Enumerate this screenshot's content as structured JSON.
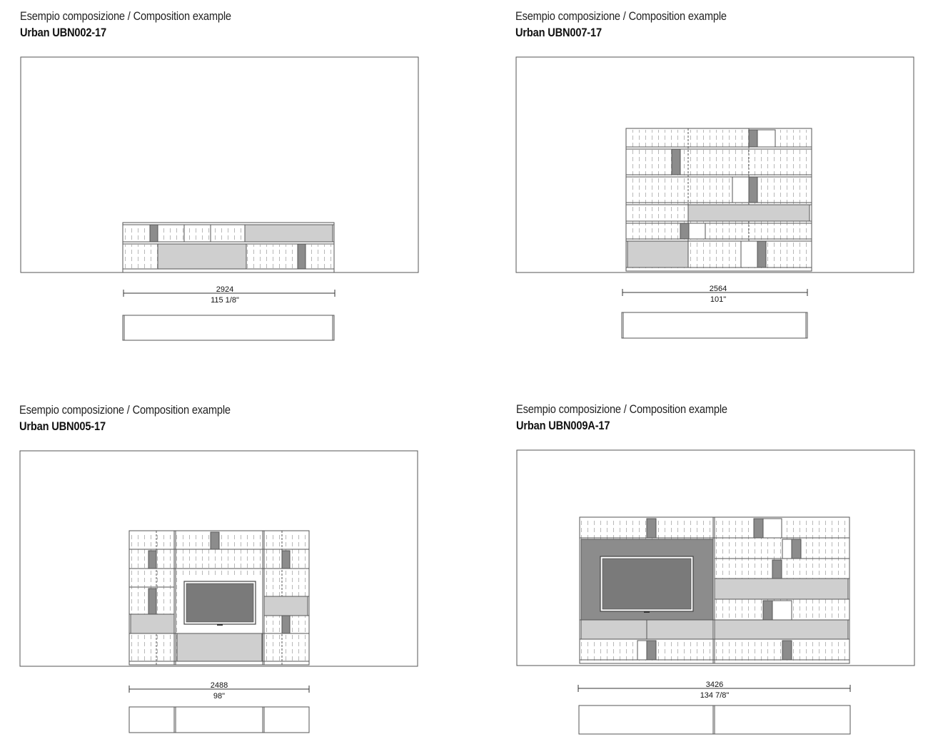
{
  "panels": [
    {
      "id": "p1",
      "subtitle": "Esempio composizione / Composition example",
      "code": "Urban UBN002-17",
      "dim_mm": "2924",
      "dim_in": "115 1/8\""
    },
    {
      "id": "p2",
      "subtitle": "Esempio composizione / Composition example",
      "code": "Urban UBN007-17",
      "dim_mm": "2564",
      "dim_in": "101\""
    },
    {
      "id": "p3",
      "subtitle": "Esempio composizione / Composition example",
      "code": "Urban UBN005-17",
      "dim_mm": "2488",
      "dim_in": "98\""
    },
    {
      "id": "p4",
      "subtitle": "Esempio composizione / Composition example",
      "code": "Urban UBN009A-17",
      "dim_mm": "3426",
      "dim_in": "134 7/8\""
    }
  ],
  "colors": {
    "line": "#555555",
    "accent_dark": "#8c8c8c",
    "panel_light": "#cfcfcf",
    "tv_frame": "#7a7a7a"
  }
}
